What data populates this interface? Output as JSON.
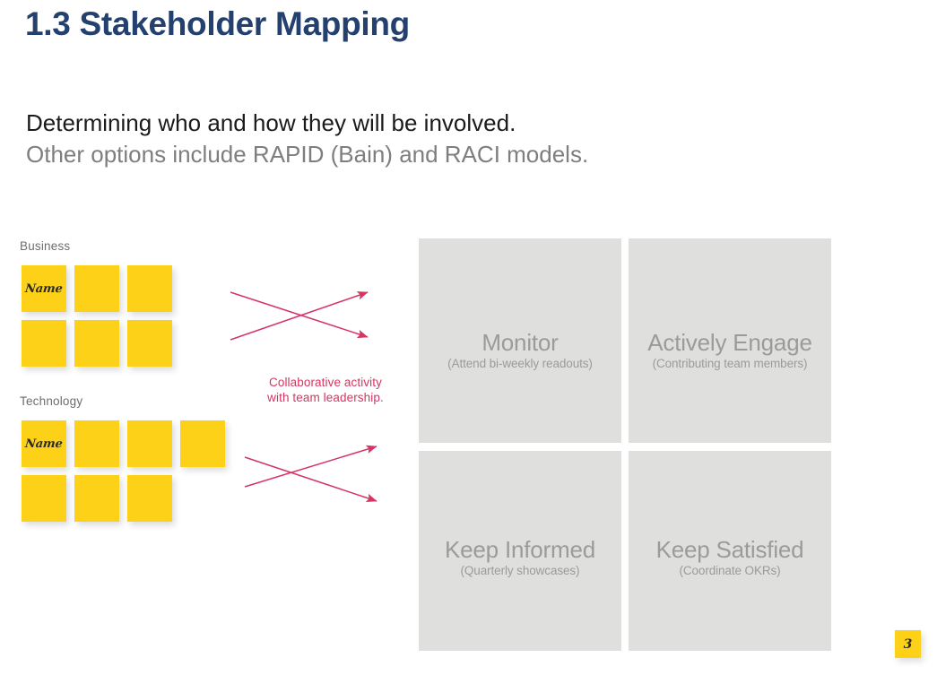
{
  "slide": {
    "title": "1.3 Stakeholder Mapping",
    "subtitle_primary": "Determining who and how they will be involved.",
    "subtitle_secondary": "Other options include RAPID (Bain) and RACI models.",
    "page_number": "3"
  },
  "colors": {
    "title": "#23406e",
    "sticky_yellow": "#fcd117",
    "annotation_pink": "#d63463",
    "quadrant_fill": "#dfdfde",
    "quadrant_text": "#9b9b9b",
    "label_gray": "#6d6d6d",
    "subtitle_gray": "#7e7e7e"
  },
  "stakeholder_groups": [
    {
      "label": "Business",
      "rows": [
        [
          {
            "text": "Name"
          },
          {
            "text": ""
          },
          {
            "text": ""
          }
        ],
        [
          {
            "text": ""
          },
          {
            "text": ""
          },
          {
            "text": ""
          }
        ]
      ]
    },
    {
      "label": "Technology",
      "rows": [
        [
          {
            "text": "Name"
          },
          {
            "text": ""
          },
          {
            "text": ""
          },
          {
            "text": ""
          }
        ],
        [
          {
            "text": ""
          },
          {
            "text": ""
          },
          {
            "text": ""
          }
        ]
      ]
    }
  ],
  "annotation": {
    "line1": "Collaborative activity",
    "line2": "with team leadership."
  },
  "quadrants": [
    {
      "id": "monitor",
      "title": "Monitor",
      "subtitle": "(Attend bi-weekly readouts)"
    },
    {
      "id": "actively-engage",
      "title": "Actively Engage",
      "subtitle": "(Contributing team members)"
    },
    {
      "id": "keep-informed",
      "title": "Keep Informed",
      "subtitle": "(Quarterly showcases)"
    },
    {
      "id": "keep-satisfied",
      "title": "Keep Satisfied",
      "subtitle": "(Coordinate OKRs)"
    }
  ]
}
